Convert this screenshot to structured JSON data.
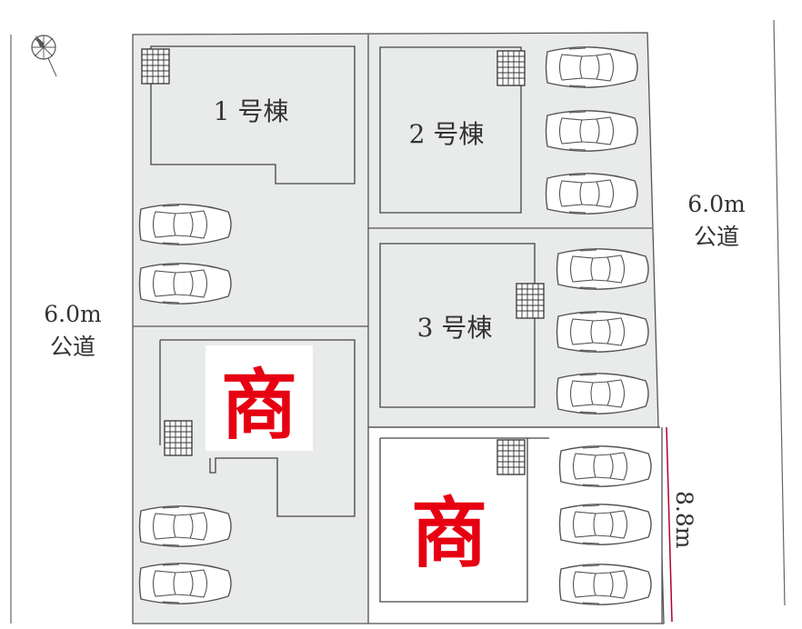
{
  "lots": [
    {
      "id": "lot1",
      "label": "1 号棟"
    },
    {
      "id": "lot2",
      "label": "2 号棟"
    },
    {
      "id": "lot3",
      "label": "3 号棟"
    }
  ],
  "commercial_mark": "商",
  "roads": {
    "left": {
      "width": "6.0m",
      "name": "公道"
    },
    "right": {
      "width": "6.0m",
      "name": "公道"
    }
  },
  "frontage": "8.8m",
  "compass": "compass-icon",
  "colors": {
    "lot_fill": "#e9eaea",
    "outline": "#555555",
    "commercial": "#e60012",
    "frontage_line": "#b0002a"
  }
}
